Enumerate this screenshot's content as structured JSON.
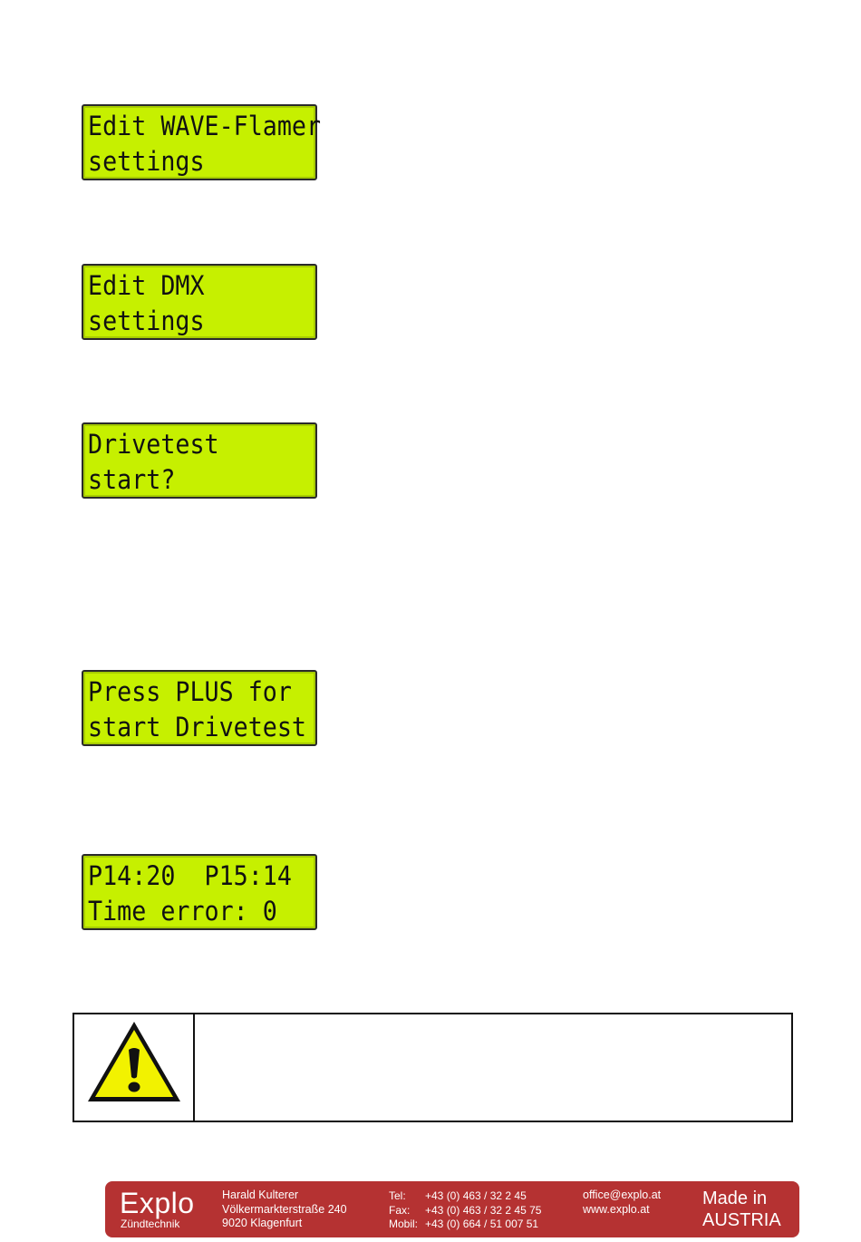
{
  "lcd_screens": [
    {
      "line1": "Edit WAVE-Flamer",
      "line2": "settings"
    },
    {
      "line1": "Edit DMX",
      "line2": "settings"
    },
    {
      "line1": "Drivetest",
      "line2": "start?"
    },
    {
      "line1": "Press PLUS for",
      "line2": "start Drivetest"
    },
    {
      "line1": "P14:20  P15:14",
      "line2": "Time error: 0"
    }
  ],
  "warning": {
    "icon": "warning-triangle-icon",
    "icon_color": "#f2f200"
  },
  "footer": {
    "brand": "Explo",
    "brand_sub": "Zündtechnik",
    "address": [
      "Harald Kulterer",
      "Völkermarkterstraße 240",
      "9020 Klagenfurt"
    ],
    "contacts": [
      {
        "label": "Tel:",
        "value": "+43 (0) 463 / 32 2 45"
      },
      {
        "label": "Fax:",
        "value": "+43 (0) 463 / 32 2 45 75"
      },
      {
        "label": "Mobil:",
        "value": "+43 (0) 664 / 51 007 51"
      }
    ],
    "email": "office@explo.at",
    "website": "www.explo.at",
    "made_in": [
      "Made in",
      "AUSTRIA"
    ],
    "color": "#b53232"
  }
}
